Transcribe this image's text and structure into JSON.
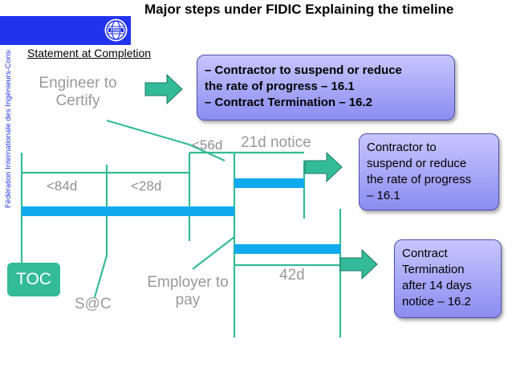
{
  "title": "Major steps under FIDIC Explaining the timeline",
  "logo": {
    "icon": "fidic-globe-logo",
    "text": "FIDIC"
  },
  "side_text": "Fédération Internationale des Ingénieurs-Conseils",
  "subtitle": "Statement at Completion",
  "labels": {
    "engineer_certify_1": "Engineer to",
    "engineer_certify_2": "Certify",
    "lt56d": "<56d",
    "notice21": "21d notice",
    "lt84d": "<84d",
    "lt28d": "<28d",
    "toc": "TOC",
    "sac": "S@C",
    "employer_pay_1": "Employer to",
    "employer_pay_2": "pay",
    "d42": "42d"
  },
  "callouts": {
    "box1": [
      "– Contractor to suspend or reduce",
      "the rate of progress – 16.1",
      "– Contract Termination – 16.2"
    ],
    "box2": [
      "Contractor to",
      "suspend or reduce",
      "the rate of progress",
      "– 16.1"
    ],
    "box3": [
      "Contract",
      "Termination",
      "after 14 days",
      "notice – 16.2"
    ]
  },
  "colors": {
    "green": "#33bb99",
    "bar": "#11aaee",
    "callout": "#a8a8f8",
    "logo_bar": "#2233ee",
    "text_gray": "#9a9a9a"
  }
}
